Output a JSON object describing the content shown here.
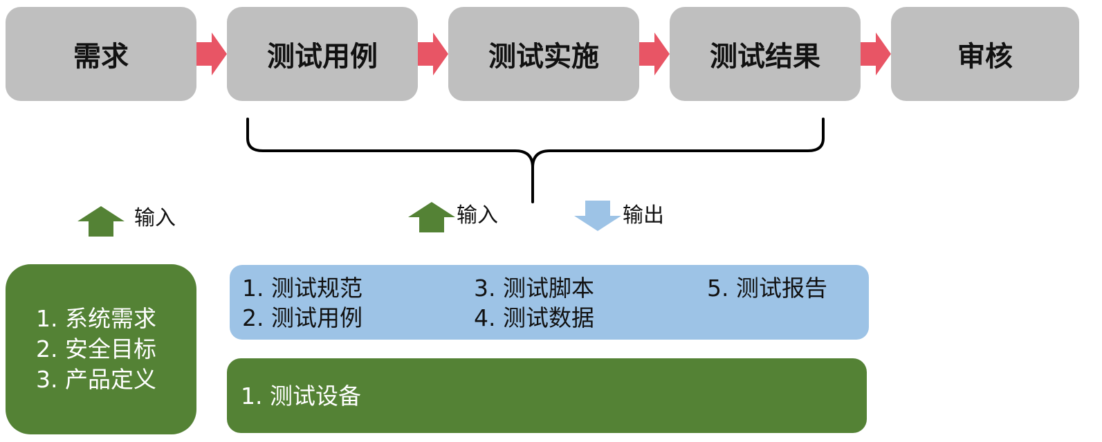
{
  "process_stages": [
    "需求",
    "测试用例",
    "测试实施",
    "测试结果",
    "审核"
  ],
  "left_input_label": "输入",
  "input_label": "输入",
  "output_label": "输出",
  "input_items": [
    "1. 系统需求",
    "2. 安全目标",
    "3. 产品定义"
  ],
  "output_items": [
    "1. 测试规范",
    "2. 测试用例",
    "3. 测试脚本",
    "4. 测试数据",
    "5. 测试报告"
  ],
  "equipment_items": [
    "1. 测试设备"
  ],
  "colors": {
    "stage_fill": "#bfbfbf",
    "stage_arrow": "#e85565",
    "input_green": "#548235",
    "output_blue": "#9dc3e6",
    "brace": "#000000"
  }
}
